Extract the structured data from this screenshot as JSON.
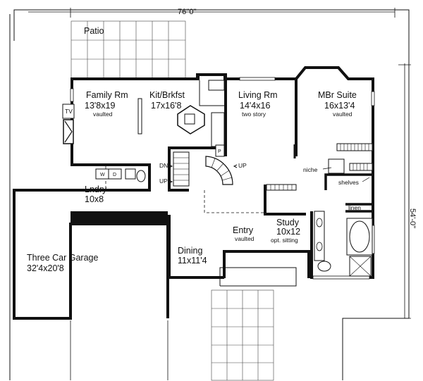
{
  "dimensions": {
    "width": "76''0\"",
    "depth": "54'-0\""
  },
  "rooms": {
    "patio": {
      "name": "Patio"
    },
    "family": {
      "name": "Family Rm",
      "size": "13'8x19",
      "note": "vaulted"
    },
    "kitchen": {
      "name": "Kit/Brkfst",
      "size": "17x16'8"
    },
    "living": {
      "name": "Living Rm",
      "size": "14'4x16",
      "note": "two story"
    },
    "mbr": {
      "name": "MBr Suite",
      "size": "16x13'4",
      "note": "vaulted"
    },
    "laundry": {
      "name": "Lndry",
      "size": "10x8"
    },
    "garage": {
      "name": "Three Car Garage",
      "size": "32'4x20'8"
    },
    "dining": {
      "name": "Dining",
      "size": "11x11'4"
    },
    "entry": {
      "name": "Entry",
      "note": "vaulted"
    },
    "study": {
      "name": "Study",
      "size": "10x12",
      "note": "opt. sitting"
    }
  },
  "callouts": {
    "tv": "TV",
    "dn": "DN",
    "up_left": "UP",
    "up_right": "UP",
    "niche": "niche",
    "shelves": "shelves",
    "linen": "linen",
    "washer": "W",
    "dryer": "D",
    "pantry": "P"
  }
}
